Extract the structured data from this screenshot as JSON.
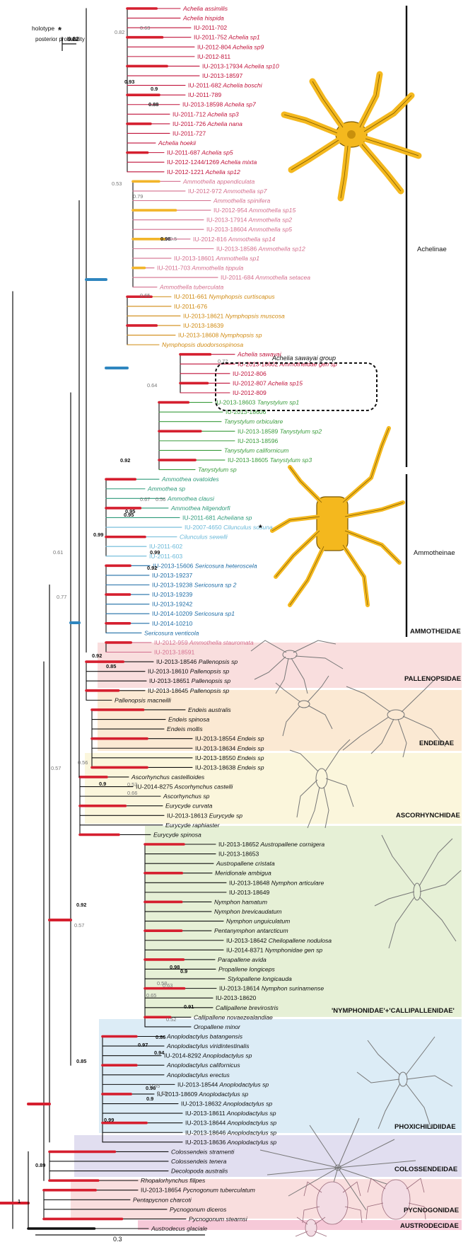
{
  "legend": {
    "holotype_label": "holotype",
    "holotype_symbol": "*",
    "posterior_label": "posterior probability",
    "posterior_example": "0.82"
  },
  "scale_bar": {
    "label": "0.3"
  },
  "colors": {
    "achelia": "#c0123a",
    "ammothella_pink": "#d46f8e",
    "nymphopsis_orange": "#d08a12",
    "tanystylum_green": "#3a9c3c",
    "ammothea_teal": "#2e9a7a",
    "cilunculus_lightblue": "#69b8d8",
    "sericosura_blue": "#1f6da6",
    "stauromata_pink": "#d46f8e",
    "branch_red": "#d51f2f",
    "branch_yellow": "#f2b52a",
    "branch_blue": "#2f86bf",
    "box_pallenopsidae": "#f9dede",
    "box_endeidae": "#fbe9d3",
    "box_ascorhynchidae": "#fbf6dc",
    "box_nymphonidae": "#e6f0d6",
    "box_phoxichilidiidae": "#dcecf6",
    "box_colossendeidae": "#e1def0",
    "box_pycnogonidae": "#f9dede",
    "box_austrodecidae": "#f6c9d8",
    "drawing_yellow": "#f4b81e"
  },
  "clades": {
    "achelinae": "Achelinae",
    "ammotheinae": "Ammotheinae",
    "ammotheidae": "AMMOTHEIDAE",
    "sawayai_group": "Achelia sawayai group",
    "pallenopsidae": "PALLENOPSIDAE",
    "endeidae": "ENDEIDAE",
    "ascorhynchidae": "ASCORHYNCHIDAE",
    "nymphonidae": "'NYMPHONIDAE'+'CALLIPALLENIDAE'",
    "phoxichilidiidae": "PHOXICHILIDIIDAE",
    "colossendeidae": "COLOSSENDEIDAE",
    "pycnogonidae": "PYCNOGONIDAE",
    "austrodecidae": "AUSTRODECIDAE"
  },
  "taxa": [
    {
      "id": "",
      "name": "Achelia assimilis",
      "color": "#c0123a"
    },
    {
      "id": "",
      "name": "Achelia hispida",
      "color": "#c0123a"
    },
    {
      "id": "IU-2011-702",
      "name": "",
      "color": "#c0123a"
    },
    {
      "id": "IU-2011-752",
      "name": "Achelia sp1",
      "color": "#c0123a"
    },
    {
      "id": "IU-2012-804",
      "name": "Achelia sp9",
      "color": "#c0123a"
    },
    {
      "id": "IU-2012-811",
      "name": "",
      "color": "#c0123a"
    },
    {
      "id": "IU-2013-17934",
      "name": "Achelia sp10",
      "color": "#c0123a"
    },
    {
      "id": "IU-2013-18597",
      "name": "",
      "color": "#c0123a"
    },
    {
      "id": "IU-2011-682",
      "name": "Achelia boschi",
      "color": "#c0123a"
    },
    {
      "id": "IU-2011-789",
      "name": "",
      "color": "#c0123a"
    },
    {
      "id": "IU-2013-18598",
      "name": "Achelia sp7",
      "color": "#c0123a"
    },
    {
      "id": "IU-2011-712",
      "name": "Achelia sp3",
      "color": "#c0123a"
    },
    {
      "id": "IU-2011-726",
      "name": "Achelia nana",
      "color": "#c0123a"
    },
    {
      "id": "IU-2011-727",
      "name": "",
      "color": "#c0123a"
    },
    {
      "id": "",
      "name": "Achelia hoekii",
      "color": "#c0123a"
    },
    {
      "id": "IU-2011-687",
      "name": "Achelia sp5",
      "color": "#c0123a"
    },
    {
      "id": "IU-2012-1244/1269",
      "name": "Achelia mixta",
      "color": "#c0123a"
    },
    {
      "id": "IU-2012-1221",
      "name": "Achelia sp12",
      "color": "#c0123a"
    },
    {
      "id": "",
      "name": "Ammothella appendiculata",
      "color": "#d46f8e"
    },
    {
      "id": "IU-2012-972",
      "name": "Ammothella sp7",
      "color": "#d46f8e"
    },
    {
      "id": "",
      "name": "Ammothella spinifera",
      "color": "#d46f8e"
    },
    {
      "id": "IU-2012-954",
      "name": "Ammothella sp15",
      "color": "#d46f8e"
    },
    {
      "id": "IU-2013-17914",
      "name": "Ammothella sp2",
      "color": "#d46f8e"
    },
    {
      "id": "IU-2013-18604",
      "name": "Ammothella sp5",
      "color": "#d46f8e"
    },
    {
      "id": "IU-2012-816",
      "name": "Ammothella sp14",
      "color": "#d46f8e"
    },
    {
      "id": "IU-2013-18586",
      "name": "Ammothella sp12",
      "color": "#d46f8e"
    },
    {
      "id": "IU-2013-18601",
      "name": "Ammothella sp1",
      "color": "#d46f8e"
    },
    {
      "id": "IU-2011-703",
      "name": "Ammothella tippula",
      "color": "#d46f8e"
    },
    {
      "id": "IU-2011-684",
      "name": "Ammothella setacea",
      "color": "#d46f8e"
    },
    {
      "id": "",
      "name": "Ammothella tuberculata",
      "color": "#d46f8e"
    },
    {
      "id": "IU-2011-661",
      "name": "Nymphopsis curtiscapus",
      "color": "#d08a12"
    },
    {
      "id": "IU-2011-676",
      "name": "",
      "color": "#d08a12"
    },
    {
      "id": "IU-2013-18621",
      "name": "Nymphopsis muscosa",
      "color": "#d08a12"
    },
    {
      "id": "IU-2013-18639",
      "name": "",
      "color": "#d08a12"
    },
    {
      "id": "IU-2013-18608",
      "name": "Nymphopsis sp",
      "color": "#d08a12"
    },
    {
      "id": "",
      "name": "Nymphopsis duodorsospinosa",
      "color": "#d08a12"
    },
    {
      "id": "",
      "name": "Achelia sawayai",
      "color": "#c0123a"
    },
    {
      "id": "IU-2013-18602",
      "name": "Ammotheidae gen sp",
      "color": "#c0123a"
    },
    {
      "id": "IU-2012-806",
      "name": "",
      "color": "#c0123a"
    },
    {
      "id": "IU-2012-807",
      "name": "Achelia sp15",
      "color": "#c0123a"
    },
    {
      "id": "IU-2012-809",
      "name": "",
      "color": "#c0123a"
    },
    {
      "id": "IU-2013-18603",
      "name": "Tanystylum sp1",
      "color": "#3a9c3c"
    },
    {
      "id": "IU-2013-18606",
      "name": "",
      "color": "#3a9c3c"
    },
    {
      "id": "",
      "name": "Tanystylum orbiculare",
      "color": "#3a9c3c"
    },
    {
      "id": "IU-2013-18589",
      "name": "Tanystylum sp2",
      "color": "#3a9c3c"
    },
    {
      "id": "IU-2013-18596",
      "name": "",
      "color": "#3a9c3c"
    },
    {
      "id": "",
      "name": "Tanystylum californicum",
      "color": "#3a9c3c"
    },
    {
      "id": "IU-2013-18605",
      "name": "Tanystylum sp3",
      "color": "#3a9c3c"
    },
    {
      "id": "",
      "name": "Tanystylum sp",
      "color": "#3a9c3c"
    },
    {
      "id": "",
      "name": "Ammothea ovatoides",
      "color": "#2e9a7a"
    },
    {
      "id": "",
      "name": "Ammothea sp",
      "color": "#2e9a7a"
    },
    {
      "id": "",
      "name": "Ammothea clausi",
      "color": "#2e9a7a"
    },
    {
      "id": "",
      "name": "Ammothea hilgendorfi",
      "color": "#2e9a7a"
    },
    {
      "id": "IU-2011-681",
      "name": "Acheliana sp",
      "color": "#2e9a7a"
    },
    {
      "id": "IU-2007-4650",
      "name": "Cilunculus sosuna",
      "color": "#69b8d8"
    },
    {
      "id": "",
      "name": "Cilunculus sewelli",
      "color": "#69b8d8"
    },
    {
      "id": "IU-2011-602",
      "name": "",
      "color": "#69b8d8"
    },
    {
      "id": "IU-2011-603",
      "name": "",
      "color": "#69b8d8"
    },
    {
      "id": "IU-2013-15606",
      "name": "Sericosura heteroscela",
      "color": "#1f6da6"
    },
    {
      "id": "IU-2013-19237",
      "name": "",
      "color": "#1f6da6"
    },
    {
      "id": "IU-2013-19238",
      "name": "Sericosura sp 2",
      "color": "#1f6da6"
    },
    {
      "id": "IU-2013-19239",
      "name": "",
      "color": "#1f6da6"
    },
    {
      "id": "IU-2013-19242",
      "name": "",
      "color": "#1f6da6"
    },
    {
      "id": "IU-2014-10209",
      "name": "Sericosura sp1",
      "color": "#1f6da6"
    },
    {
      "id": "IU-2014-10210",
      "name": "",
      "color": "#1f6da6"
    },
    {
      "id": "",
      "name": "Sericosura venticola",
      "color": "#1f6da6"
    },
    {
      "id": "IU-2012-959",
      "name": "Ammothella stauromata",
      "color": "#d46f8e"
    },
    {
      "id": "IU-2013-18591",
      "name": "",
      "color": "#d46f8e"
    },
    {
      "id": "IU-2013-18546",
      "name": "Pallenopsis sp",
      "color": "#111111"
    },
    {
      "id": "IU-2013-18610",
      "name": "Pallenopsis sp",
      "color": "#111111"
    },
    {
      "id": "IU-2013-18651",
      "name": "Pallenopsis sp",
      "color": "#111111"
    },
    {
      "id": "IU-2013-18645",
      "name": "Pallenopsis sp",
      "color": "#111111"
    },
    {
      "id": "",
      "name": "Pallenopsis macneilli",
      "color": "#111111"
    },
    {
      "id": "",
      "name": "Endeis australis",
      "color": "#111111"
    },
    {
      "id": "",
      "name": "Endeis spinosa",
      "color": "#111111"
    },
    {
      "id": "",
      "name": "Endeis mollis",
      "color": "#111111"
    },
    {
      "id": "IU-2013-18554",
      "name": "Endeis sp",
      "color": "#111111"
    },
    {
      "id": "IU-2013-18634",
      "name": "Endeis sp",
      "color": "#111111"
    },
    {
      "id": "IU-2013-18550",
      "name": "Endeis sp",
      "color": "#111111"
    },
    {
      "id": "IU-2013-18638",
      "name": "Endeis sp",
      "color": "#111111"
    },
    {
      "id": "",
      "name": "Ascorhynchus castellioides",
      "color": "#111111"
    },
    {
      "id": "IU-2014-8275",
      "name": "Ascorhynchus castelli",
      "color": "#111111"
    },
    {
      "id": "",
      "name": "Ascorhynchus sp",
      "color": "#111111"
    },
    {
      "id": "",
      "name": "Eurycyde curvata",
      "color": "#111111"
    },
    {
      "id": "IU-2013-18613",
      "name": "Eurycyde sp",
      "color": "#111111"
    },
    {
      "id": "",
      "name": "Eurycyde raphiaster",
      "color": "#111111"
    },
    {
      "id": "",
      "name": "Eurycyde spinosa",
      "color": "#111111"
    },
    {
      "id": "IU-2013-18652",
      "name": "Austropallene cornigera",
      "color": "#111111"
    },
    {
      "id": "IU-2013-18653",
      "name": "",
      "color": "#111111"
    },
    {
      "id": "",
      "name": "Austropallene cristata",
      "color": "#111111"
    },
    {
      "id": "",
      "name": "Meridionale ambigua",
      "color": "#111111"
    },
    {
      "id": "IU-2013-18648",
      "name": "Nymphon articulare",
      "color": "#111111"
    },
    {
      "id": "IU-2013-18649",
      "name": "",
      "color": "#111111"
    },
    {
      "id": "",
      "name": "Nymphon hamatum",
      "color": "#111111"
    },
    {
      "id": "",
      "name": "Nymphon brevicaudatum",
      "color": "#111111"
    },
    {
      "id": "",
      "name": "Nymphon unguiculatum",
      "color": "#111111"
    },
    {
      "id": "",
      "name": "Pentanymphon antarcticum",
      "color": "#111111"
    },
    {
      "id": "IU-2013-18642",
      "name": "Cheilopallene nodulosa",
      "color": "#111111"
    },
    {
      "id": "IU-2014-8371",
      "name": "Nymphonidae gen sp",
      "color": "#111111"
    },
    {
      "id": "",
      "name": "Parapallene avida",
      "color": "#111111"
    },
    {
      "id": "",
      "name": "Propallene longiceps",
      "color": "#111111"
    },
    {
      "id": "",
      "name": "Stylopallene longicauda",
      "color": "#111111"
    },
    {
      "id": "IU-2013-18614",
      "name": "Nymphon surinamense",
      "color": "#111111"
    },
    {
      "id": "IU-2013-18620",
      "name": "",
      "color": "#111111"
    },
    {
      "id": "",
      "name": "Callipallene brevirostris",
      "color": "#111111"
    },
    {
      "id": "",
      "name": "Callipallene novaezealandiae",
      "color": "#111111"
    },
    {
      "id": "",
      "name": "Oropallene minor",
      "color": "#111111"
    },
    {
      "id": "",
      "name": "Anoplodactylus batangensis",
      "color": "#111111"
    },
    {
      "id": "",
      "name": "Anoplodactylus viridintestinalis",
      "color": "#111111"
    },
    {
      "id": "IU-2014-8292",
      "name": "Anoplodactylus sp",
      "color": "#111111"
    },
    {
      "id": "",
      "name": "Anoplodactylus californicus",
      "color": "#111111"
    },
    {
      "id": "",
      "name": "Anoplodactylus erectus",
      "color": "#111111"
    },
    {
      "id": "IU-2013-18544",
      "name": "Anoplodactylus sp",
      "color": "#111111"
    },
    {
      "id": "IU-2013-18609",
      "name": "Anoplodactylus sp",
      "color": "#111111"
    },
    {
      "id": "IU-2013-18632",
      "name": "Anoplodactylus sp",
      "color": "#111111"
    },
    {
      "id": "IU-2013-18611",
      "name": "Anoplodactylus sp",
      "color": "#111111"
    },
    {
      "id": "IU-2013-18644",
      "name": "Anoplodactylus sp",
      "color": "#111111"
    },
    {
      "id": "IU-2013-18646",
      "name": "Anoplodactylus sp",
      "color": "#111111"
    },
    {
      "id": "IU-2013-18636",
      "name": "Anoplodactylus sp",
      "color": "#111111"
    },
    {
      "id": "",
      "name": "Colossendeis stramenti",
      "color": "#111111"
    },
    {
      "id": "",
      "name": "Colossendeis tenera",
      "color": "#111111"
    },
    {
      "id": "",
      "name": "Decolopoda australis",
      "color": "#111111"
    },
    {
      "id": "",
      "name": "Rhopalorhynchus filipes",
      "color": "#111111"
    },
    {
      "id": "IU-2013-18654",
      "name": "Pycnogonum tuberculatum",
      "color": "#111111"
    },
    {
      "id": "",
      "name": "Pentapycnon charcoti",
      "color": "#111111"
    },
    {
      "id": "",
      "name": "Pycnogonum diceros",
      "color": "#111111"
    },
    {
      "id": "",
      "name": "Pycnogonum stearnsi",
      "color": "#111111"
    },
    {
      "id": "",
      "name": "Austrodecus glaciale",
      "color": "#111111"
    }
  ],
  "support_values": [
    "0.82",
    "0.63",
    "0.93",
    "0.9",
    "0.88",
    "0.53",
    "0.79",
    "0.98",
    "0.5",
    "0.65",
    "0.72",
    "0.64",
    "0.92",
    "0.95",
    "0.67",
    "0.56",
    "0.95",
    "0.99",
    "0.99",
    "0.92",
    "0.61",
    "0.77",
    "0.92",
    "0.85",
    "0.57",
    "0.56",
    "0.9",
    "0.53",
    "0.66",
    "0.92",
    "0.58",
    "0.9",
    "0.98",
    "0.63",
    "0.65",
    "0.52",
    "0.91",
    "0.86",
    "0.94",
    "0.55",
    "0.57",
    "0.97",
    "0.99",
    "0.96",
    "0.69",
    "0.9",
    "0.85",
    "0.89",
    "1"
  ]
}
